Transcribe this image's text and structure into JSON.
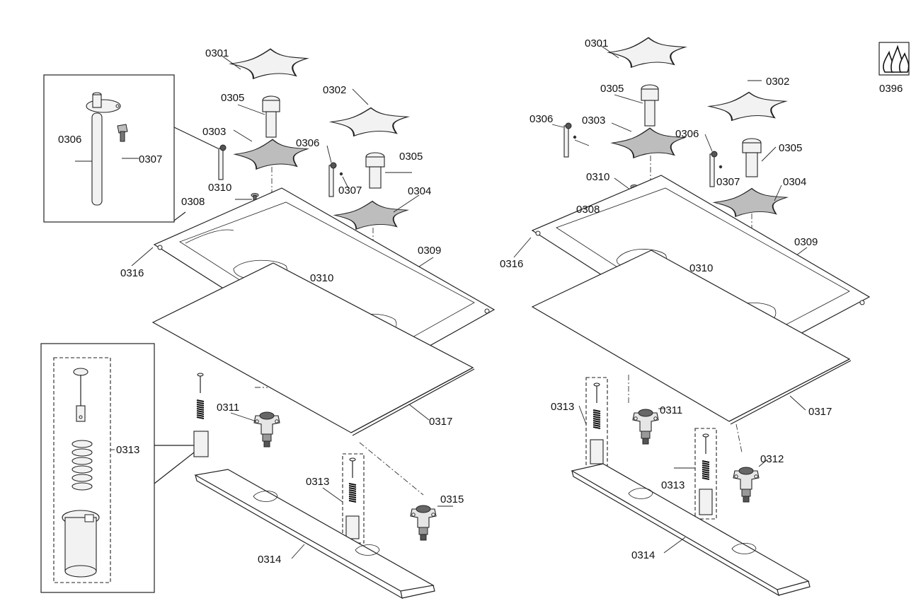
{
  "parts": {
    "p0301": "0301",
    "p0302": "0302",
    "p0303": "0303",
    "p0304": "0304",
    "p0305": "0305",
    "p0306": "0306",
    "p0307": "0307",
    "p0308": "0308",
    "p0309": "0309",
    "p0310": "0310",
    "p0311": "0311",
    "p0312": "0312",
    "p0313": "0313",
    "p0314": "0314",
    "p0315": "0315",
    "p0316": "0316",
    "p0317": "0317",
    "p0396": "0396"
  },
  "symbols": {
    "gas_type_icon": "flame-icon"
  }
}
